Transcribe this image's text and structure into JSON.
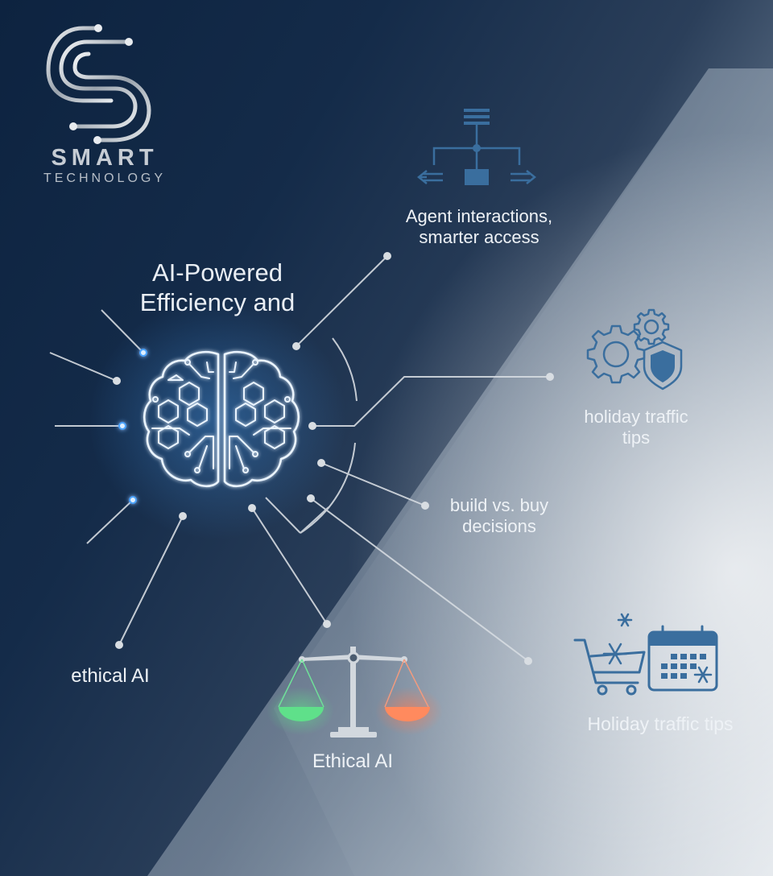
{
  "logo": {
    "brand_top": "SMART",
    "brand_bottom": "TECHNOLOGY"
  },
  "title": {
    "line1": "AI-Powered",
    "line2": "Efficiency and"
  },
  "nodes": {
    "agent": {
      "line1": "Agent interactions,",
      "line2": "smarter access",
      "icon": "hierarchy-arrows-icon"
    },
    "gear_shield": {
      "line1": "holiday traffic",
      "line2": "tips",
      "icon": "gears-shield-icon"
    },
    "build_buy": {
      "line1": "build vs. buy",
      "line2": "decisions"
    },
    "holiday": {
      "label": "Holiday traffic tips",
      "icon": "cart-calendar-snowflake-icon"
    },
    "ethical_left": {
      "label": "ethical AI"
    },
    "ethical_scale": {
      "label": "Ethical AI",
      "icon": "balance-scale-icon"
    }
  },
  "colors": {
    "background_dark": "#0d2340",
    "background_light": "#dfe4ea",
    "icon_blue": "#3a6e9e",
    "glow_blue": "#4aa3ff",
    "scale_green": "#5fe08a",
    "scale_orange": "#ff7a50",
    "line_gray": "#d6dbe1"
  }
}
